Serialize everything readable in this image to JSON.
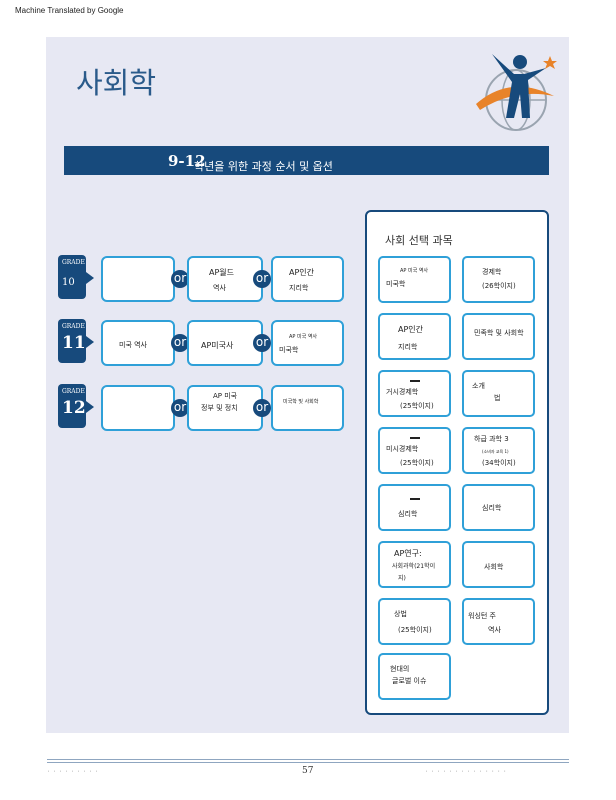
{
  "header": {
    "machine_translated": "Machine Translated by Google"
  },
  "title": "사회학",
  "banner": {
    "number": "9-12",
    "text": "학년을 위한 과정 순서 및 옵션"
  },
  "grades": [
    {
      "label": "GRADE",
      "number": "10"
    },
    {
      "label": "GRADE",
      "number": "11"
    },
    {
      "label": "GRADE",
      "number": "12"
    }
  ],
  "or_label": "or",
  "rows": {
    "row1": {
      "box1": "",
      "box2_top": "AP월드",
      "box2_bottom": "역사",
      "box3_top": "AP인간",
      "box3_bottom": "지리학"
    },
    "row2": {
      "box1": "미국 역사",
      "box2": "AP미국사",
      "box3_top": "AP 미국 역사",
      "box3_bottom": "미국학"
    },
    "row3": {
      "box1": "",
      "box2_top": "AP 미국",
      "box2_bottom": "정부 및 정치",
      "box3": "미국학 및 사회학"
    }
  },
  "electives": {
    "title": "사회 선택 과목",
    "items": [
      {
        "lines": [
          "AP 미국 역사",
          "미국학"
        ]
      },
      {
        "lines": [
          "경제학",
          "(26학이지)"
        ]
      },
      {
        "lines": [
          "AP인간",
          "지리학"
        ]
      },
      {
        "lines": [
          "민족학 및 사회학"
        ]
      },
      {
        "lines": [
          "거시경제학",
          "(25학이지)"
        ]
      },
      {
        "lines": [
          "소개",
          "법"
        ]
      },
      {
        "lines": [
          "미시경제학",
          "(25학이지)"
        ]
      },
      {
        "lines": [
          "하급 과학 3",
          "(소비자 교육 1)",
          "(34학이지)"
        ]
      },
      {
        "lines": [
          "심리학"
        ]
      },
      {
        "lines": [
          "심리학"
        ]
      },
      {
        "lines": [
          "AP연구:",
          "사회과학(21학이",
          "지)"
        ]
      },
      {
        "lines": [
          "사회학"
        ]
      },
      {
        "lines": [
          "상법",
          "(25학이지)"
        ]
      },
      {
        "lines": [
          "워싱턴 주",
          "역사"
        ]
      },
      {
        "lines": [
          "현대의",
          "글로벌 이슈"
        ]
      }
    ]
  },
  "footer": {
    "page_number": "57",
    "left_small": "· · · · · · · · ·",
    "right_small": "· · · · · · · · · · · · · ·"
  }
}
